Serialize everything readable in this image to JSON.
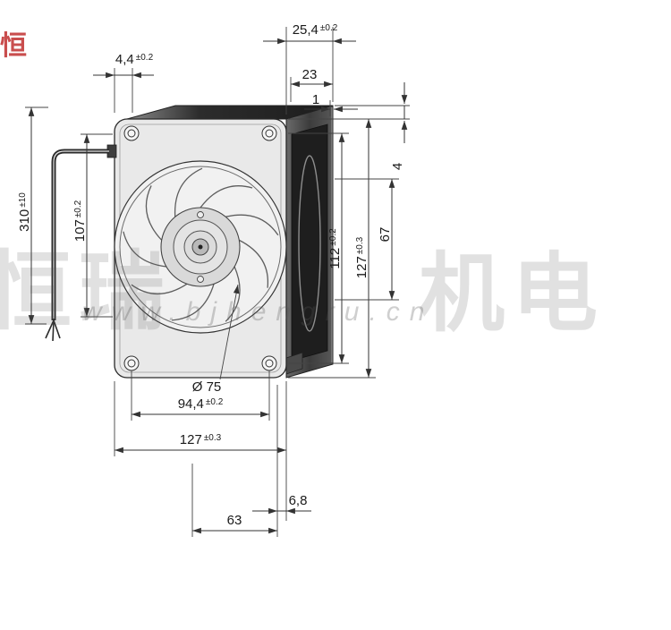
{
  "watermark": {
    "brand_left": "恒瑞",
    "brand_right": "机电",
    "url": "www.bjhengru.cn",
    "logo_char": "恒"
  },
  "dims": {
    "flange_44": {
      "value": "4,4",
      "tol": "±0.2"
    },
    "depth_254": {
      "value": "25,4",
      "tol": "±0.2"
    },
    "depth_23": {
      "value": "23"
    },
    "gap_1": {
      "value": "1"
    },
    "offset_4": {
      "value": "4"
    },
    "dim_67": {
      "value": "67"
    },
    "holes_v_112": {
      "value": "112",
      "tol": "±0.2"
    },
    "height_127": {
      "value": "127",
      "tol": "±0.3"
    },
    "left_107": {
      "value": "107",
      "tol": "±0.2"
    },
    "cable_310": {
      "value": "310",
      "tol": "±10"
    },
    "impeller_75": {
      "value": "Ø 75"
    },
    "holes_h_944": {
      "value": "94,4",
      "tol": "±0.2"
    },
    "width_127": {
      "value": "127",
      "tol": "±0.3"
    },
    "dim_63": {
      "value": "63"
    },
    "dim_68": {
      "value": "6,8"
    }
  }
}
